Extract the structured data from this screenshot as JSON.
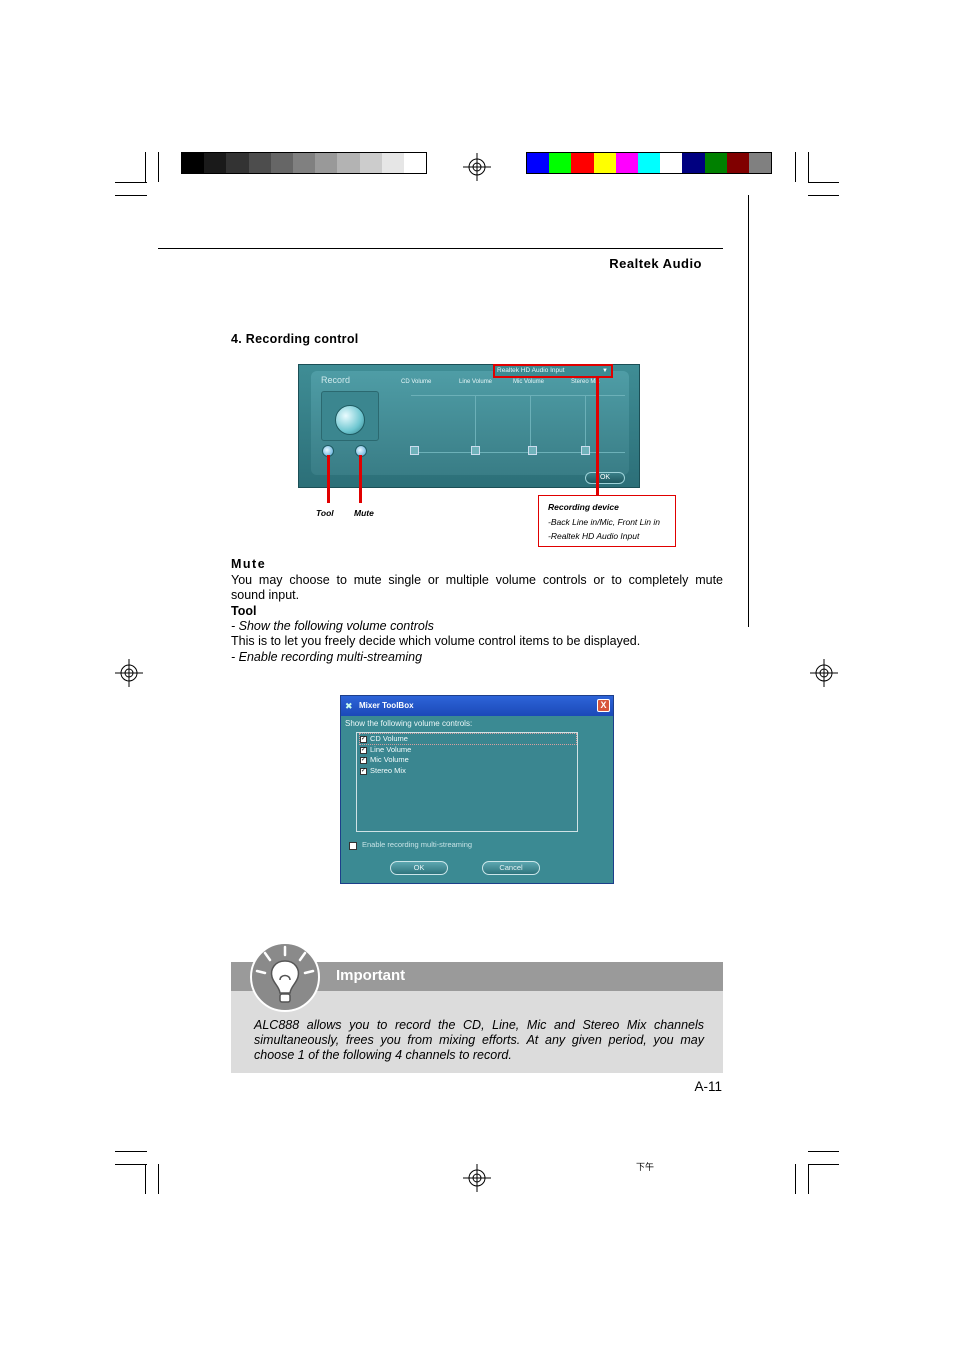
{
  "header": {
    "title": "Realtek Audio"
  },
  "section": {
    "title": "4. Recording control"
  },
  "record_panel": {
    "title": "Record",
    "channels": [
      "CD Volume",
      "Line Volume",
      "Mic Volume",
      "Stereo Mix"
    ],
    "device_select": "Realtek HD Audio Input",
    "ok_label": "OK"
  },
  "callouts": {
    "tool": "Tool",
    "mute": "Mute",
    "recording_device": {
      "title": "Recording device",
      "options": [
        "-Back Line in/Mic, Front Lin in",
        "-Realtek HD Audio Input"
      ]
    }
  },
  "mute_section": {
    "heading": "Mute",
    "text_line1": "You may choose to mute single or multiple volume controls or to completely mute",
    "text_line2": "sound input."
  },
  "tool_section": {
    "heading": "Tool",
    "item1": "- Show the following volume controls",
    "item1_desc": "This is to let you freely decide which volume control items to be displayed.",
    "item2": "- Enable recording multi-streaming"
  },
  "mixer_toolbox": {
    "title": "Mixer ToolBox",
    "close": "X",
    "show_label": "Show the following volume controls:",
    "items": [
      "CD Volume",
      "Line Volume",
      "Mic Volume",
      "Stereo Mix"
    ],
    "enable_label": "Enable recording multi-streaming",
    "ok_label": "OK",
    "cancel_label": "Cancel"
  },
  "important": {
    "title": "Important",
    "line1": "ALC888 allows you to record the CD, Line, Mic and Stereo Mix channels",
    "line2": "simultaneously, frees you from mixing efforts. At any given period, you may",
    "line3": "choose 1 of the following 4 channels to record."
  },
  "page_number": "A-11",
  "footnote": "下午",
  "colors": {
    "accent_red": "#e00000",
    "panel_teal": "#3b8a93",
    "important_bar": "#9a9a9a",
    "important_bg": "#dcdcdc"
  }
}
